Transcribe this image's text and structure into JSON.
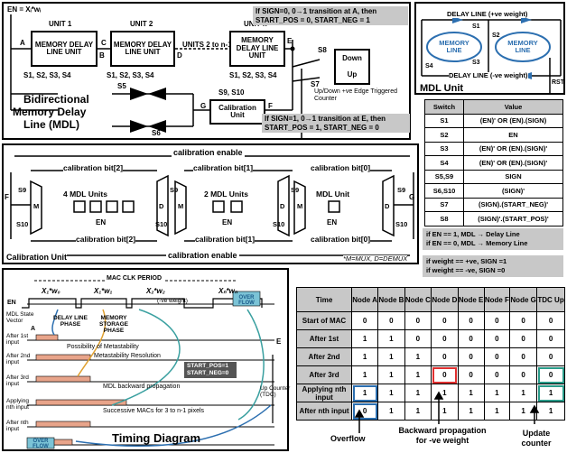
{
  "mdl_panel": {
    "en_label": "EN = Xᵢ*wᵢ",
    "units": [
      {
        "name": "UNIT 1",
        "box": "MEMORY DELAY LINE UNIT",
        "switches": "S1, S2, S3, S4",
        "node_in": "A",
        "node_out": "B"
      },
      {
        "name": "UNIT 2",
        "box": "MEMORY DELAY LINE UNIT",
        "switches": "S1, S2, S3, S4",
        "node_in": "C",
        "node_out": "D"
      },
      {
        "name": "UNIT n",
        "box": "MEMORY DELAY LINE UNIT",
        "switches": "S1, S2, S3, S4",
        "node_in": "",
        "node_out": ""
      }
    ],
    "units_between": "UNITS 2 to n-1",
    "node_e": "E",
    "switch_s8": "S8",
    "switch_s7": "S7",
    "counter_down": "Down",
    "counter_up": "Up",
    "counter_caption": "Up/Down +ve Edge Triggered Counter",
    "callout_top": "If SIGN=0, 0→1 transition at A, then START_POS = 0, START_NEG = 1",
    "callout_bottom": "If SIGN=1, 0→1 transition at E, then START_POS = 1, START_NEG = 0",
    "title_line1": "Bidirectional",
    "title_line2": "Memory Delay",
    "title_line3": "Line (MDL)",
    "s5": "S5",
    "s6": "S6",
    "s9s10": "S9, S10",
    "calibration_unit": "Calibration Unit",
    "node_f": "F",
    "node_g": "G"
  },
  "mdl_unit_panel": {
    "title": "MDL Unit",
    "delay_line_top": "DELAY LINE (+ve weight)",
    "delay_line_bottom": "DELAY LINE (-ve weight)",
    "memory_line": "MEMORY LINE",
    "s1": "S1",
    "s2": "S2",
    "s3": "S3",
    "s4": "S4",
    "rst": "RST"
  },
  "switch_table": {
    "headers": [
      "Switch",
      "Value"
    ],
    "rows": [
      [
        "S1",
        "(EN)' OR (EN).(SIGN)"
      ],
      [
        "S2",
        "EN"
      ],
      [
        "S3",
        "(EN)' OR (EN).(SIGN)'"
      ],
      [
        "S4",
        "(EN)' OR (EN).(SIGN)'"
      ],
      [
        "S5,S9",
        "SIGN"
      ],
      [
        "S6,S10",
        "(SIGN)'"
      ],
      [
        "S7",
        "(SIGN).(START_NEG)'"
      ],
      [
        "S8",
        "(SIGN)'.(START_POS)'"
      ]
    ],
    "note1_line1": "if EN == 1, MDL → Delay Line",
    "note1_line2": "if EN == 0, MDL → Memory Line",
    "note2_line1": "if weight == +ve, SIGN =1",
    "note2_line2": "if weight == -ve, SIGN =0"
  },
  "calibration_panel": {
    "enable_top": "calibration enable",
    "enable_bottom": "calibration enable",
    "bits_top": [
      "calibration bit[2]",
      "calibration bit[1]",
      "calibration bit[0]"
    ],
    "bits_bottom": [
      "calibration bit[2]",
      "calibration bit[1]",
      "calibration bit[0]"
    ],
    "units": [
      "4 MDL Units",
      "2 MDL Units",
      "MDL Unit"
    ],
    "en": [
      "EN",
      "EN",
      "EN"
    ],
    "s9": "S9",
    "s10": "S10",
    "mux": "M",
    "demux": "D",
    "f": "F",
    "g": "G",
    "caption": "Calibration Unit",
    "legend": "*M=MUX, D=DEMUX"
  },
  "timing_panel": {
    "title": "Timing Diagram",
    "period": "MAC CLK PERIOD",
    "en": "EN",
    "terms": [
      "X₁*w₀",
      "X₁*w₁",
      "X₂*w₂",
      "Xₙ*wₙ"
    ],
    "neg_weight": "(-ve weight)",
    "delay_phase": "DELAY LINE PHASE",
    "memory_phase": "MEMORY STORAGE PHASE",
    "overflow_top": "OVER FLOW",
    "overflow_bottom": "OVER FLOW",
    "mdl_state_vector": "MDL State Vector",
    "rows": [
      "After 1st input",
      "After 2nd input",
      "After 3rd input",
      "Applying nth input",
      "After nth input"
    ],
    "annotations": [
      "Possibility of Metastability",
      "Metastability Resolution",
      "MDL backward propagation",
      "Successive MACs for 3 to n-1 pixels"
    ],
    "start_pos": "START_POS=1",
    "start_neg": "START_NEG=0",
    "node_a": "A",
    "node_e": "E",
    "counter": "Up Counter (TDC)"
  },
  "truth_table": {
    "headers": [
      "Time",
      "Node A",
      "Node B",
      "Node C",
      "Node D",
      "Node E",
      "Node F",
      "Node G",
      "TDC Up"
    ],
    "rows": [
      [
        "Start of MAC",
        "0",
        "0",
        "0",
        "0",
        "0",
        "0",
        "0",
        "0"
      ],
      [
        "After 1st",
        "1",
        "1",
        "0",
        "0",
        "0",
        "0",
        "0",
        "0"
      ],
      [
        "After 2nd",
        "1",
        "1",
        "1",
        "0",
        "0",
        "0",
        "0",
        "0"
      ],
      [
        "After 3rd",
        "1",
        "1",
        "1",
        "0",
        "0",
        "0",
        "0",
        "0"
      ],
      [
        "Applying nth input",
        "1",
        "1",
        "1",
        "1",
        "1",
        "1",
        "1",
        "1"
      ],
      [
        "After nth input",
        "0",
        "1",
        "1",
        "1",
        "1",
        "1",
        "1",
        "1"
      ]
    ],
    "label_overflow": "Overflow",
    "label_backprop": "Backward propagation for -ve weight",
    "label_update": "Update counter"
  }
}
